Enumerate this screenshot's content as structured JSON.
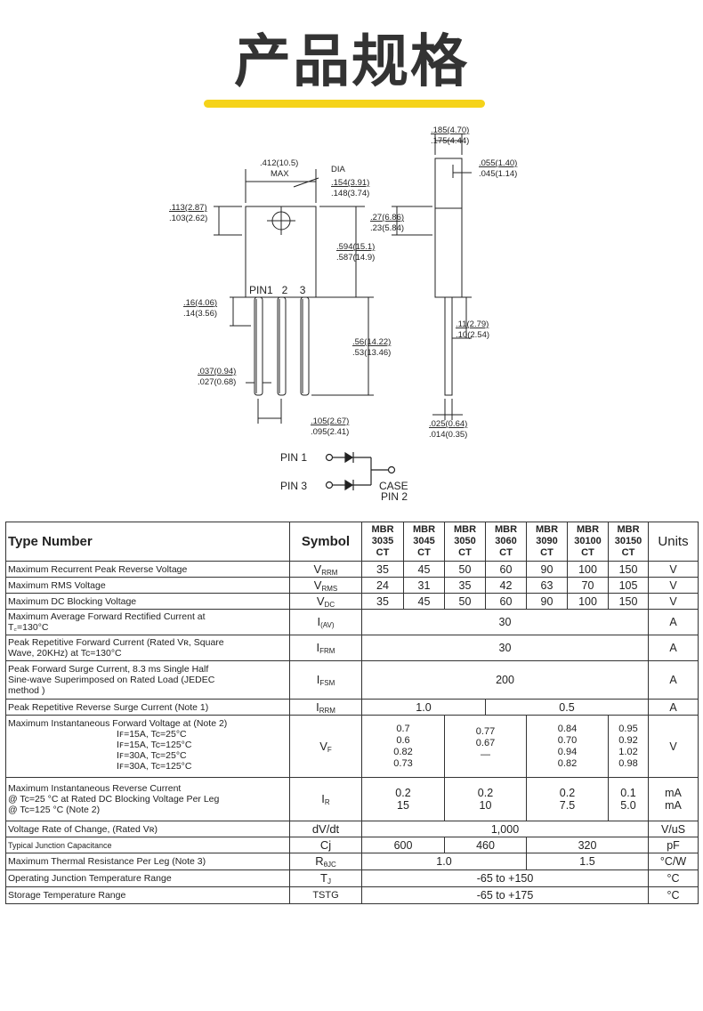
{
  "header": {
    "title": "产品规格"
  },
  "drawing": {
    "dims": {
      "front_width": ".412(10.5)",
      "front_width_max": "MAX",
      "dia": "DIA",
      "hole_a": ".154(3.91)",
      "hole_b": ".148(3.74)",
      "top_a": ".113(2.87)",
      "top_b": ".103(2.62)",
      "body_a": ".594(15.1)",
      "body_b": ".587(14.9)",
      "pins_label": "PIN1   2    3",
      "pin_gap_a": ".16(4.06)",
      "pin_gap_b": ".14(3.56)",
      "lead_len_a": ".56(14.22)",
      "lead_len_b": ".53(13.46)",
      "lead_w_a": ".037(0.94)",
      "lead_w_b": ".027(0.68)",
      "pitch_a": ".105(2.67)",
      "pitch_b": ".095(2.41)",
      "side_w_a": ".185(4.70)",
      "side_w_b": ".175(4.44)",
      "tab_a": ".055(1.40)",
      "tab_b": ".045(1.14)",
      "side_top_a": ".27(6.86)",
      "side_top_b": ".23(5.84)",
      "side_pin_a": ".11(2.79)",
      "side_pin_b": ".10(2.54)",
      "lead_t_a": ".025(0.64)",
      "lead_t_b": ".014(0.35)"
    },
    "schematic": {
      "pin1": "PIN 1",
      "pin3": "PIN 3",
      "case": "CASE",
      "pin2": "PIN 2"
    }
  },
  "table": {
    "header": {
      "type": "Type Number",
      "symbol": "Symbol",
      "devices": [
        "MBR\n3035\nCT",
        "MBR\n3045\nCT",
        "MBR\n3050\nCT",
        "MBR\n3060\nCT",
        "MBR\n3090\nCT",
        "MBR\n30100\nCT",
        "MBR\n30150\nCT"
      ],
      "units": "Units"
    },
    "rows": {
      "vrrm": {
        "param": "Maximum Recurrent Peak Reverse Voltage",
        "sym": "V",
        "sub": "RRM",
        "vals": [
          "35",
          "45",
          "50",
          "60",
          "90",
          "100",
          "150"
        ],
        "unit": "V"
      },
      "vrms": {
        "param": "Maximum RMS Voltage",
        "sym": "V",
        "sub": "RMS",
        "vals": [
          "24",
          "31",
          "35",
          "42",
          "63",
          "70",
          "105"
        ],
        "unit": "V"
      },
      "vdc": {
        "param": "Maximum DC Blocking Voltage",
        "sym": "V",
        "sub": "DC",
        "vals": [
          "35",
          "45",
          "50",
          "60",
          "90",
          "100",
          "150"
        ],
        "unit": "V"
      },
      "iav": {
        "param": "Maximum Average Forward Rectified Current at\nT꜀=130°C",
        "sym": "I",
        "sub": "(AV)",
        "val": "30",
        "unit": "A"
      },
      "ifrm": {
        "param": "Peak Repetitive Forward Current (Rated Vʀ, Square\nWave, 20KHz) at Tc=130°C",
        "sym": "I",
        "sub": "FRM",
        "val": "30",
        "unit": "A"
      },
      "ifsm": {
        "param": "Peak Forward Surge Current, 8.3 ms Single Half\nSine-wave Superimposed on Rated Load (JEDEC\nmethod )",
        "sym": "I",
        "sub": "FSM",
        "val": "200",
        "unit": "A"
      },
      "irrm": {
        "param": "Peak Repetitive Reverse Surge Current (Note 1)",
        "sym": "I",
        "sub": "RRM",
        "val_a": "1.0",
        "val_b": "0.5",
        "unit": "A"
      },
      "vf": {
        "param": "Maximum Instantaneous Forward Voltage at (Note 2)",
        "cond": "Iꜰ=15A, Tc=25°C\nIꜰ=15A, Tc=125°C\nIꜰ=30A, Tc=25°C\nIꜰ=30A, Tc=125°C",
        "sym": "V",
        "sub": "F",
        "g1": "0.7\n0.6\n0.82\n0.73",
        "g2": "0.77\n0.67\n—",
        "g3": "0.84\n0.70\n0.94\n0.82",
        "g4": "0.95\n0.92\n1.02\n0.98",
        "unit": "V"
      },
      "ir": {
        "param": "Maximum Instantaneous Reverse Current\n@ Tc=25 °C at Rated DC Blocking Voltage Per Leg\n@ Tc=125 °C (Note 2)",
        "sym": "I",
        "sub": "R",
        "g1": "0.2\n15",
        "g2": "0.2\n10",
        "g3": "0.2\n7.5",
        "g4": "0.1\n5.0",
        "unit": "mA\nmA"
      },
      "dvdt": {
        "param": "Voltage Rate of Change, (Rated Vʀ)",
        "sym": "dV/dt",
        "val": "1,000",
        "unit": "V/uS"
      },
      "cj": {
        "param": "Typical Junction Capacitance",
        "sym": "Cj",
        "val_a": "600",
        "val_b": "460",
        "val_c": "320",
        "unit": "pF"
      },
      "rth": {
        "param": "Maximum Thermal Resistance Per Leg (Note 3)",
        "sym": "R",
        "sub": "θJC",
        "val_a": "1.0",
        "val_b": "1.5",
        "unit": "°C/W"
      },
      "tj": {
        "param": "Operating Junction Temperature Range",
        "sym": "T",
        "sub": "J",
        "val": "-65 to +150",
        "unit": "°C"
      },
      "tstg": {
        "param": "Storage Temperature Range",
        "sym": "TSTG",
        "val": "-65 to +175",
        "unit": "°C"
      }
    }
  }
}
